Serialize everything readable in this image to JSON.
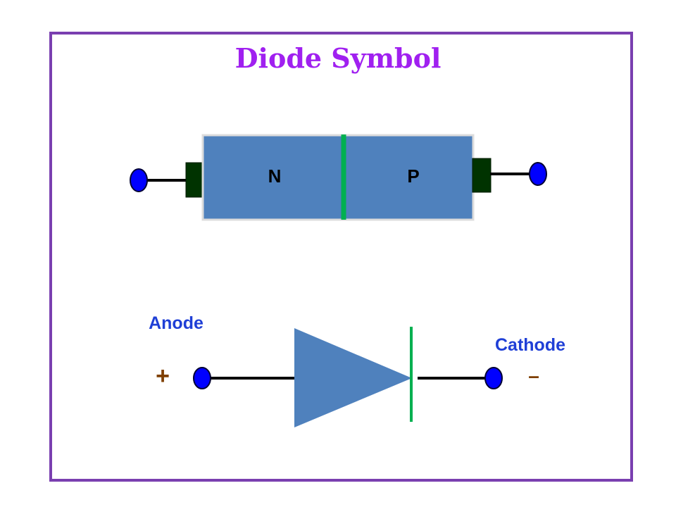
{
  "title": "Diode Symbol",
  "block": {
    "left_region_label": "N",
    "right_region_label": "P"
  },
  "symbol": {
    "anode_label": "Anode",
    "cathode_label": "Cathode",
    "plus_sign": "+",
    "minus_sign": "–"
  },
  "colors": {
    "frame": "#7a3fb0",
    "title": "#a020f0",
    "semiconductor_fill": "#4f81bd",
    "junction": "#00b050",
    "contact": "#003300",
    "terminal": "#0000ff",
    "label_blue": "#1f3fd6",
    "sign_brown": "#7f3f00"
  }
}
